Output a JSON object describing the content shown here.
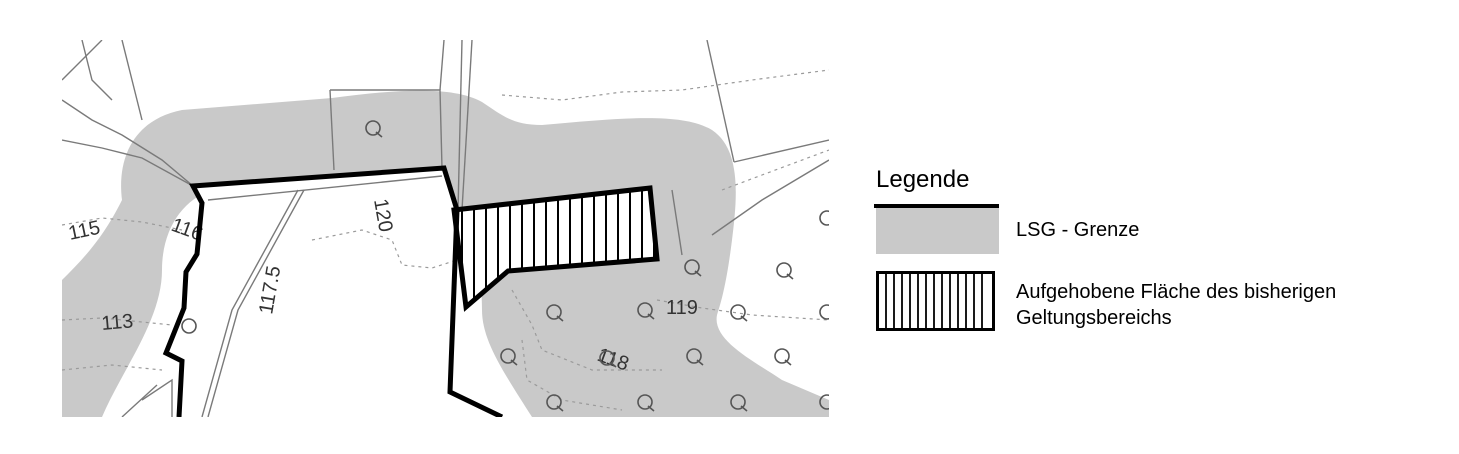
{
  "map": {
    "contour_labels": [
      "115",
      "116",
      "113",
      "117.5",
      "120",
      "119",
      "118"
    ],
    "colors": {
      "lsg_fill": "#c9c9c9",
      "boundary": "#000000",
      "parcel_lines": "#7a7a7a",
      "contour_lines": "#9a9a9a"
    },
    "symbols": [
      "wetland-marker-icon"
    ]
  },
  "legend": {
    "title": "Legende",
    "items": [
      {
        "label": "LSG - Grenze",
        "swatch": "grey-fill-with-thick-top-line"
      },
      {
        "label_line1": "Aufgehobene Fläche des bisherigen",
        "label_line2": "Geltungsbereichs",
        "swatch": "vertical-hatch-with-black-border"
      }
    ]
  }
}
